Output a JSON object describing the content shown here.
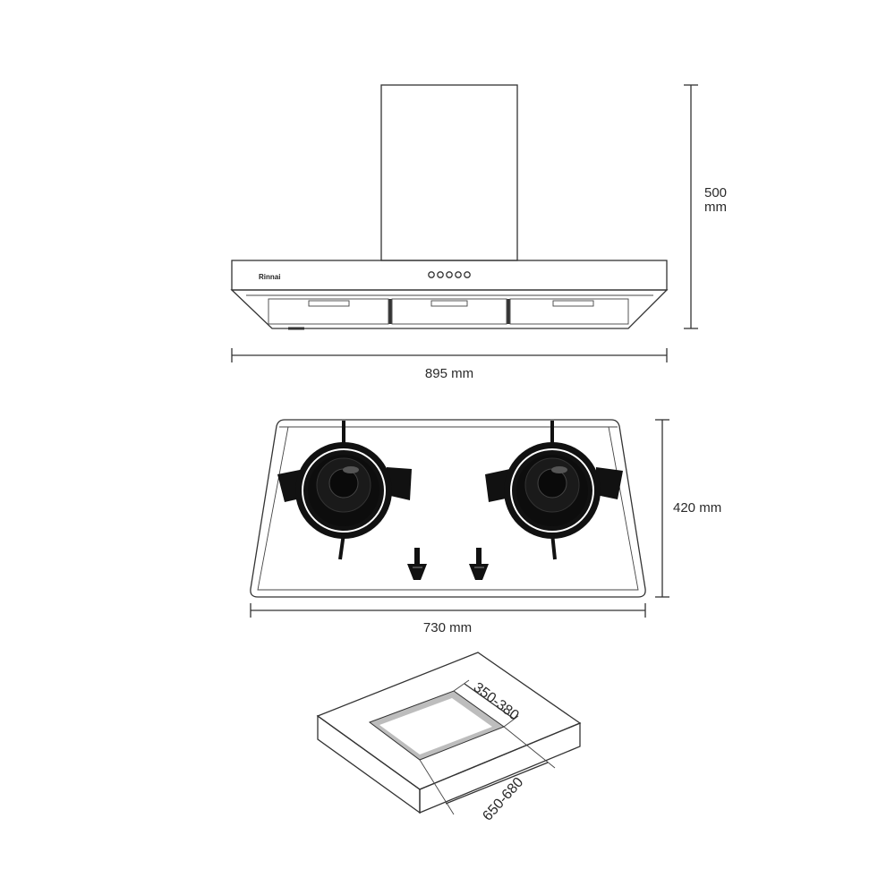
{
  "hood": {
    "brand": "Rinnai",
    "height_label_value": "500",
    "height_label_unit": "mm",
    "width_label": "895 mm"
  },
  "hob": {
    "depth_label": "420 mm",
    "width_label": "730 mm"
  },
  "cutout": {
    "depth_label": "350-380",
    "width_label": "650-680"
  }
}
